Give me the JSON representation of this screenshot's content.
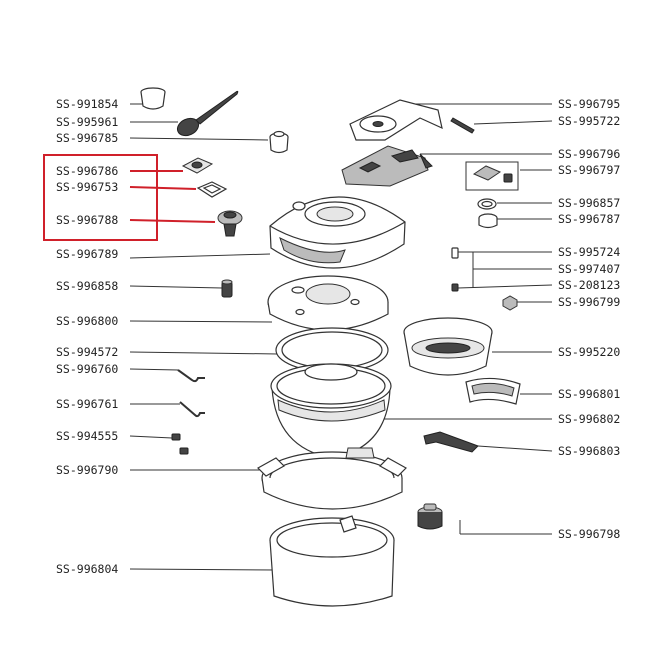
{
  "left_labels": [
    "SS-991854",
    "SS-995961",
    "SS-996785",
    "SS-996786",
    "SS-996753",
    "SS-996788",
    "SS-996789",
    "SS-996858",
    "SS-996800",
    "SS-994572",
    "SS-996760",
    "SS-996761",
    "SS-994555",
    "SS-996790",
    "SS-996804"
  ],
  "right_labels": [
    "SS-996795",
    "SS-995722",
    "SS-996796",
    "SS-996797",
    "SS-996857",
    "SS-996787",
    "SS-995724",
    "SS-997407",
    "SS-208123",
    "SS-996799",
    "SS-995220",
    "SS-996801",
    "SS-996802",
    "SS-996803",
    "SS-996798"
  ],
  "highlight_color": "#d0202a",
  "highlighted_parts": [
    "SS-996786",
    "SS-996753",
    "SS-996788"
  ]
}
